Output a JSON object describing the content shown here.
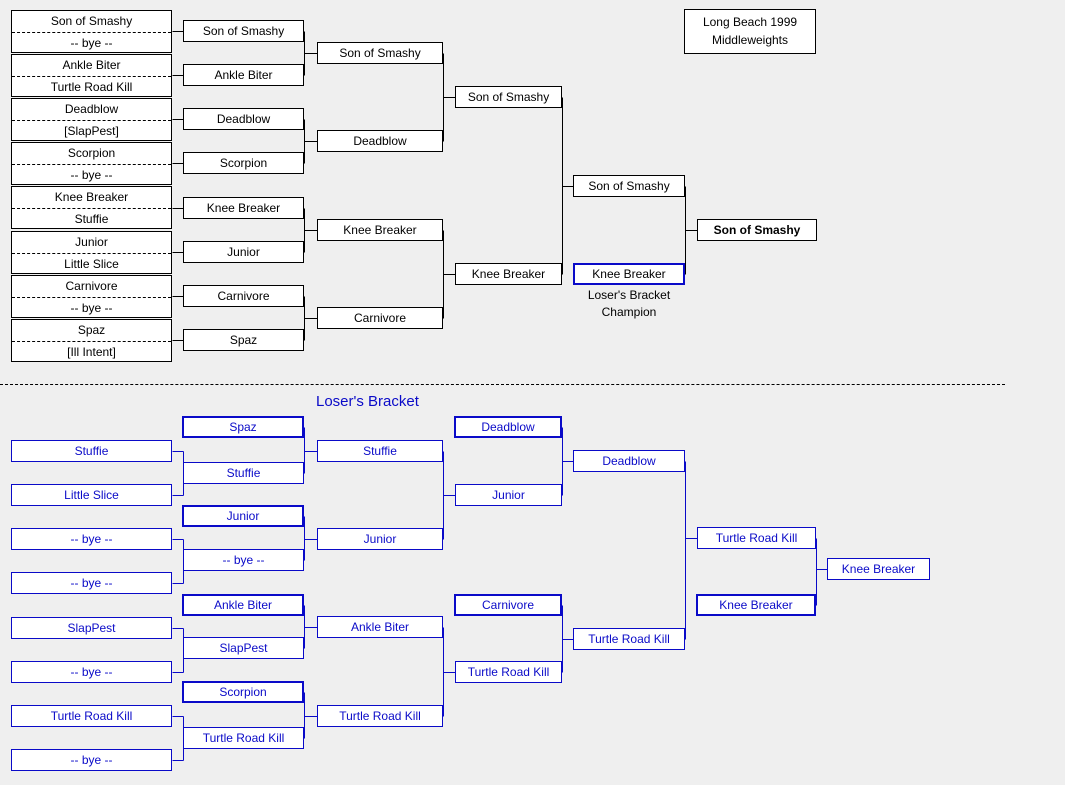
{
  "event": {
    "line1": "Long Beach 1999",
    "line2": "Middleweights"
  },
  "winners": {
    "first_round": [
      [
        "Son of Smashy",
        "-- bye --"
      ],
      [
        "Ankle Biter",
        "Turtle Road Kill"
      ],
      [
        "Deadblow",
        "[SlapPest]"
      ],
      [
        "Scorpion",
        "-- bye --"
      ],
      [
        "Knee Breaker",
        "Stuffie"
      ],
      [
        "Junior",
        "Little Slice"
      ],
      [
        "Carnivore",
        "-- bye --"
      ],
      [
        "Spaz",
        "[Ill Intent]"
      ]
    ],
    "round2": [
      "Son of Smashy",
      "Ankle Biter",
      "Deadblow",
      "Scorpion",
      "Knee Breaker",
      "Junior",
      "Carnivore",
      "Spaz"
    ],
    "round3": [
      "Son of Smashy",
      "Deadblow",
      "Knee Breaker",
      "Carnivore"
    ],
    "round4": [
      "Son of Smashy",
      "Knee Breaker"
    ],
    "winners_final": "Son of Smashy",
    "losers_champion": "Knee Breaker",
    "losers_champion_caption_1": "Loser's Bracket",
    "losers_champion_caption_2": "Champion",
    "champion": "Son of Smashy"
  },
  "losers": {
    "title": "Loser's Bracket",
    "r1": [
      "Stuffie",
      "Little Slice",
      "-- bye --",
      "-- bye --",
      "SlapPest",
      "-- bye --",
      "Turtle Road Kill",
      "-- bye --"
    ],
    "r2_drop": [
      "Spaz",
      "Junior",
      "Ankle Biter",
      "Scorpion"
    ],
    "r2_win": [
      "Stuffie",
      "-- bye --",
      "SlapPest",
      "Turtle Road Kill"
    ],
    "r3": [
      "Stuffie",
      "Junior",
      "Ankle Biter",
      "Turtle Road Kill"
    ],
    "r4_drop": [
      "Deadblow",
      "Carnivore"
    ],
    "r4_win": [
      "Junior",
      "Turtle Road Kill"
    ],
    "r5": [
      "Deadblow",
      "Turtle Road Kill"
    ],
    "r6_win": "Turtle Road Kill",
    "r6_drop": "Knee Breaker",
    "final": "Knee Breaker"
  },
  "colors": {
    "winners": "#000000",
    "losers": "#0a0ac8"
  }
}
